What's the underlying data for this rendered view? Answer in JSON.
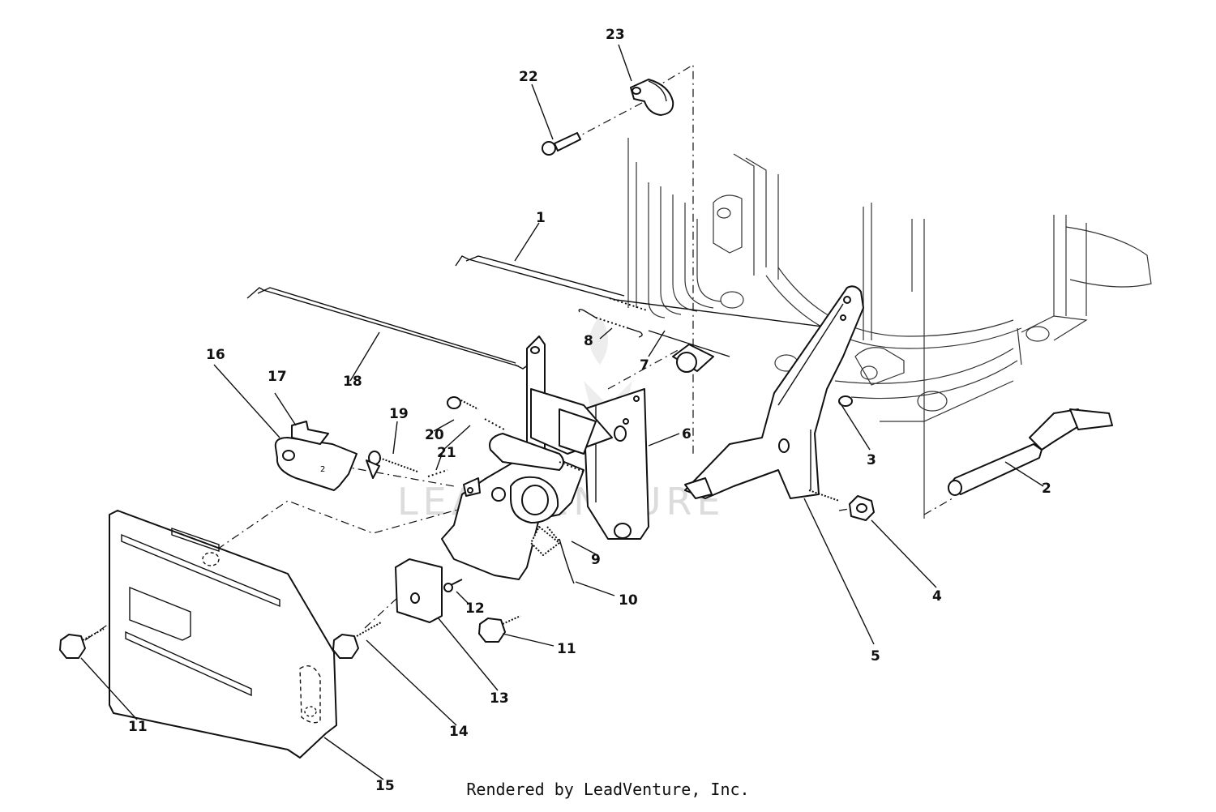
{
  "callouts": [
    {
      "id": "1",
      "label": "1"
    },
    {
      "id": "2",
      "label": "2"
    },
    {
      "id": "3",
      "label": "3"
    },
    {
      "id": "4",
      "label": "4"
    },
    {
      "id": "5",
      "label": "5"
    },
    {
      "id": "6",
      "label": "6"
    },
    {
      "id": "7",
      "label": "7"
    },
    {
      "id": "8",
      "label": "8"
    },
    {
      "id": "9",
      "label": "9"
    },
    {
      "id": "10",
      "label": "10"
    },
    {
      "id": "11a",
      "label": "11"
    },
    {
      "id": "11b",
      "label": "11"
    },
    {
      "id": "12",
      "label": "12"
    },
    {
      "id": "13",
      "label": "13"
    },
    {
      "id": "14",
      "label": "14"
    },
    {
      "id": "15",
      "label": "15"
    },
    {
      "id": "16",
      "label": "16"
    },
    {
      "id": "17",
      "label": "17"
    },
    {
      "id": "18",
      "label": "18"
    },
    {
      "id": "19",
      "label": "19"
    },
    {
      "id": "20",
      "label": "20"
    },
    {
      "id": "21",
      "label": "21"
    },
    {
      "id": "22",
      "label": "22"
    },
    {
      "id": "23",
      "label": "23"
    }
  ],
  "watermark": "LEADVENTURE",
  "footer": "Rendered by LeadVenture, Inc."
}
